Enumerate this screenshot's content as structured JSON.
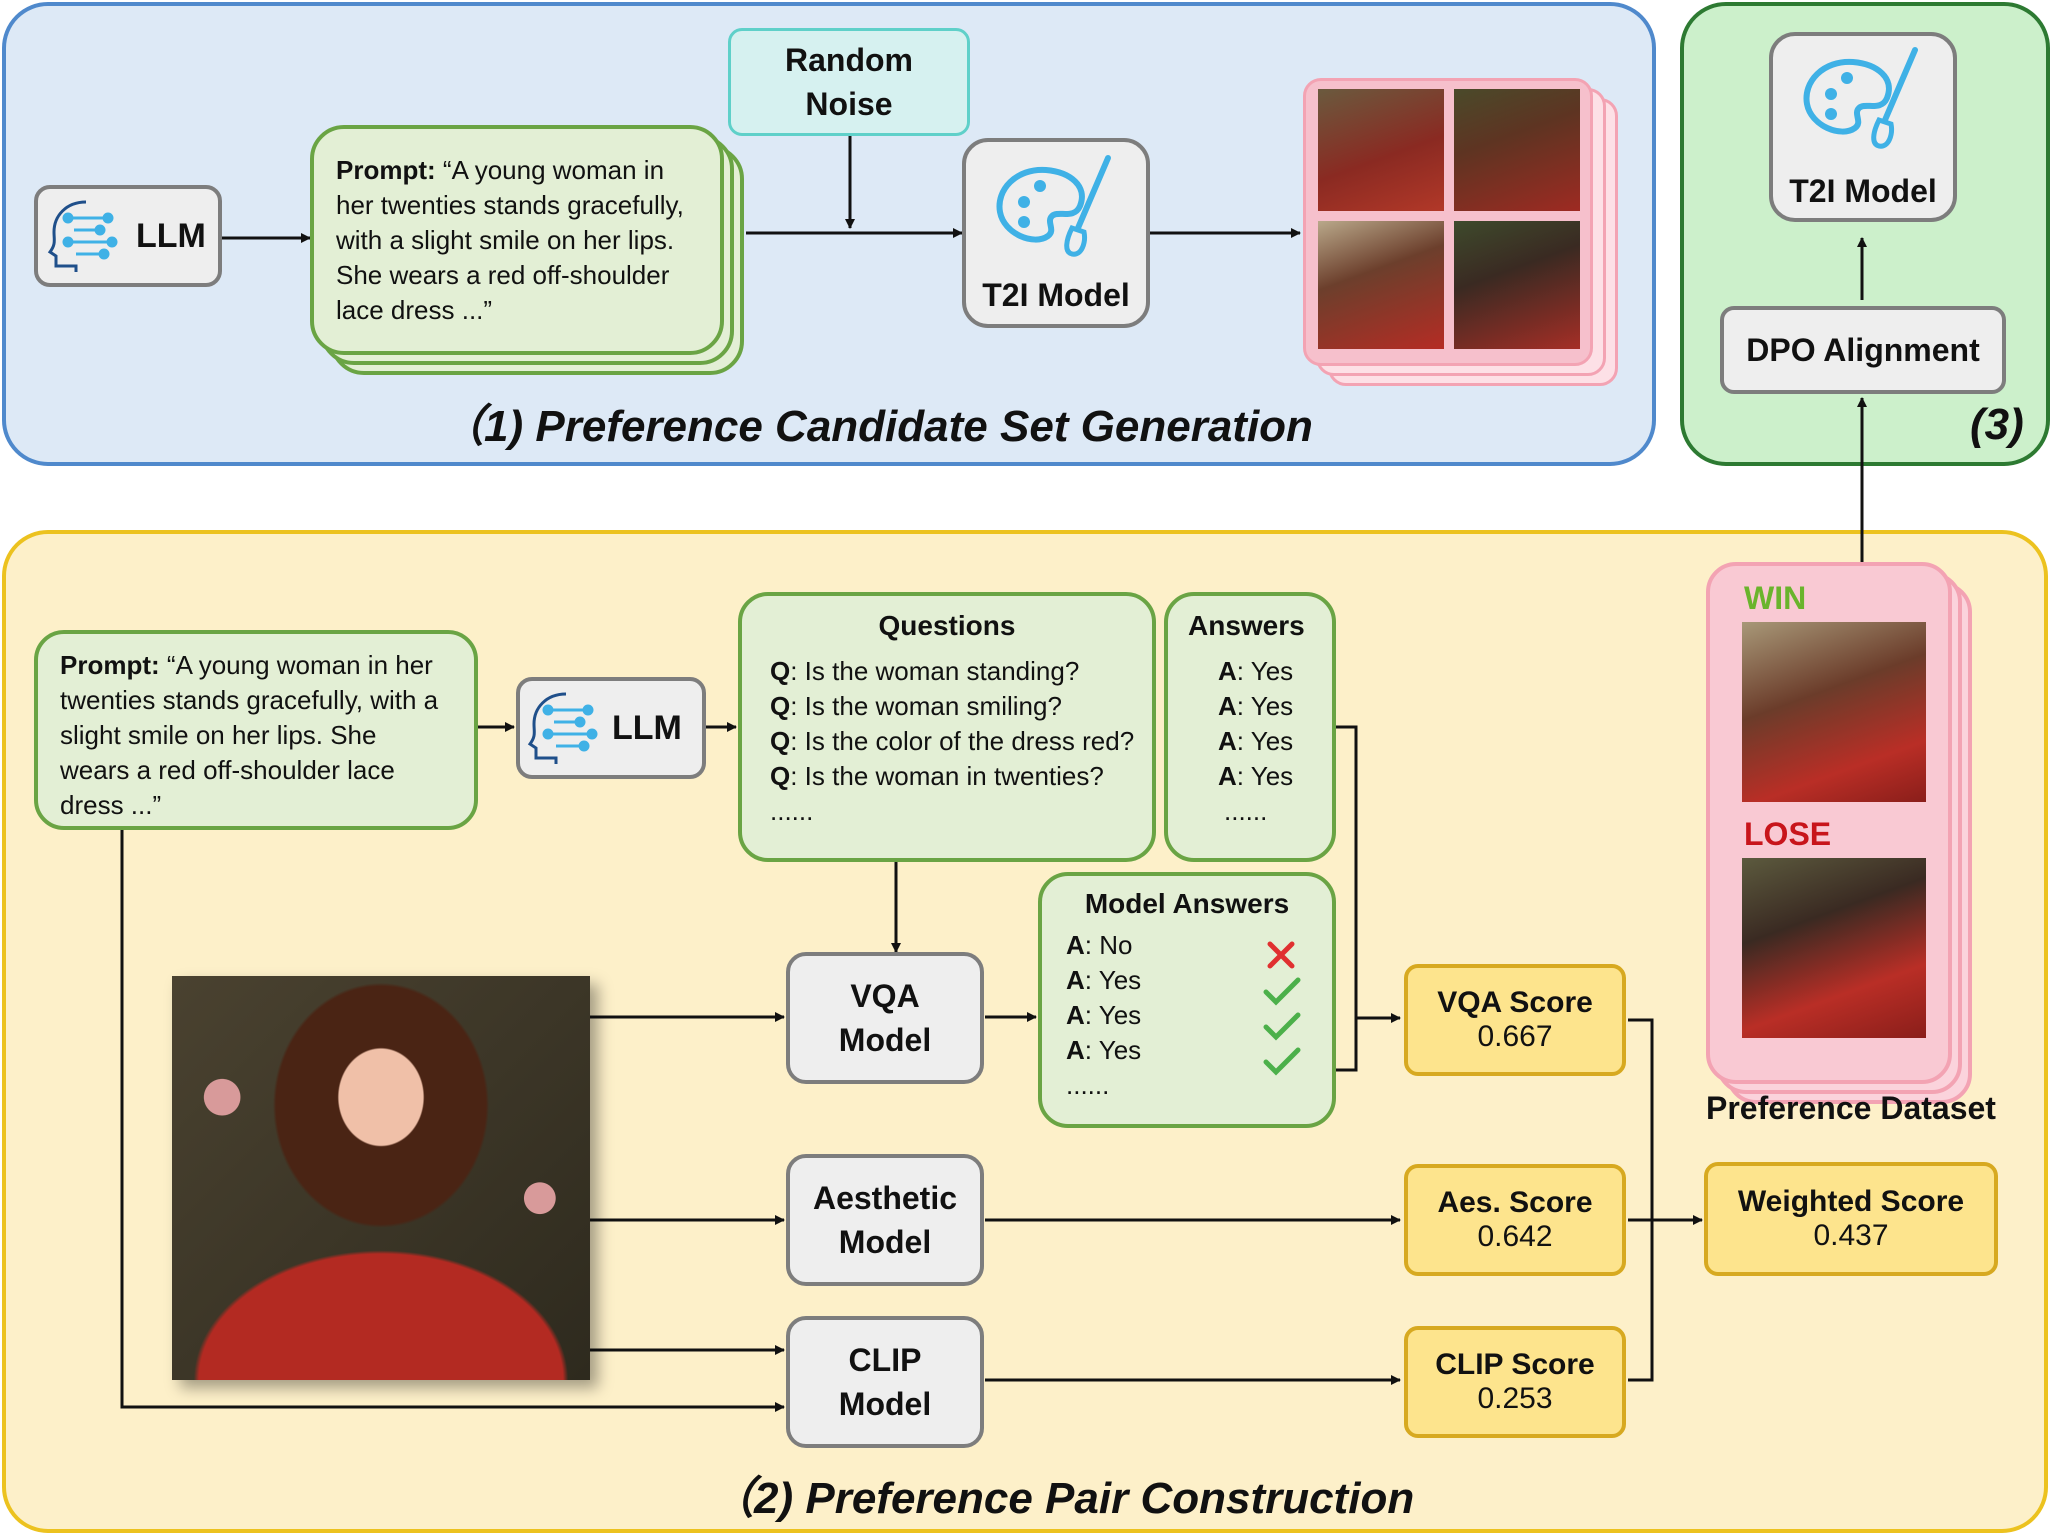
{
  "panels": {
    "p1_title": "（1) Preference Candidate Set Generation",
    "p2_title": "（2) Preference Pair Construction",
    "p3_title": "(3)"
  },
  "top": {
    "llm_label": "LLM",
    "prompt_label": "Prompt:",
    "prompt_text": "“A young woman in her twenties stands gracefully, with a slight smile on her lips. She wears a red off-shoulder lace dress ...”",
    "random_noise": [
      "Random",
      "Noise"
    ],
    "t2i_label": "T2I Model"
  },
  "right": {
    "t2i_label": "T2I Model",
    "dpo_label": "DPO Alignment",
    "win_label": "WIN",
    "lose_label": "LOSE",
    "dataset_label": "Preference Dataset"
  },
  "bottom": {
    "prompt_label": "Prompt:",
    "prompt_text": "“A young woman in her twenties stands gracefully, with a slight smile on her lips. She wears a red off-shoulder lace dress ...”",
    "llm_label": "LLM",
    "questions_title": "Questions",
    "questions": [
      {
        "prefix": "Q",
        "text": ": Is the woman standing?"
      },
      {
        "prefix": "Q",
        "text": ": Is the woman smiling?"
      },
      {
        "prefix": "Q",
        "text": ": Is the color of the dress red?"
      },
      {
        "prefix": "Q",
        "text": ": Is the woman in twenties?"
      }
    ],
    "questions_more": "......",
    "answers_title": "Answers",
    "answers": [
      {
        "prefix": "A",
        "text": ": Yes"
      },
      {
        "prefix": "A",
        "text": ": Yes"
      },
      {
        "prefix": "A",
        "text": ": Yes"
      },
      {
        "prefix": "A",
        "text": ": Yes"
      }
    ],
    "answers_more": "......",
    "model_answers_title": "Model Answers",
    "model_answers": [
      {
        "prefix": "A",
        "text": ": No",
        "mark": "cross-icon"
      },
      {
        "prefix": "A",
        "text": ": Yes",
        "mark": "check-icon"
      },
      {
        "prefix": "A",
        "text": ": Yes",
        "mark": "check-icon"
      },
      {
        "prefix": "A",
        "text": ": Yes",
        "mark": "check-icon"
      }
    ],
    "model_answers_more": "......",
    "vqa_model": [
      "VQA",
      "Model"
    ],
    "aesthetic_model": [
      "Aesthetic",
      "Model"
    ],
    "clip_model": [
      "CLIP",
      "Model"
    ],
    "vqa_score": {
      "label": "VQA Score",
      "value": "0.667"
    },
    "aes_score": {
      "label": "Aes. Score",
      "value": "0.642"
    },
    "clip_score": {
      "label": "CLIP Score",
      "value": "0.253"
    },
    "weighted_score": {
      "label": "Weighted Score",
      "value": "0.437"
    }
  },
  "colors": {
    "win": "#6ab42c",
    "lose": "#c8151b",
    "check": "#4cb04a",
    "cross": "#e03030",
    "icon_blue": "#3fb1e6"
  }
}
